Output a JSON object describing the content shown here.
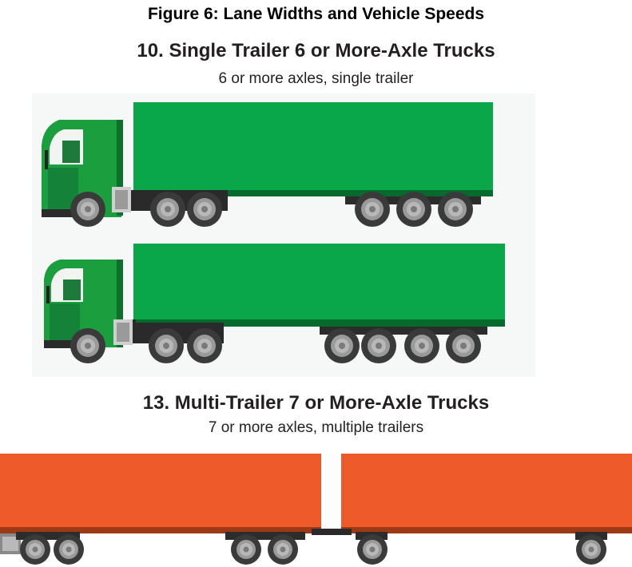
{
  "figure_title": "Figure 6: Lane Widths and Vehicle Speeds",
  "class10": {
    "title": "10. Single Trailer 6 or More-Axle Trucks",
    "subtitle": "6 or more axles, single trailer"
  },
  "class13": {
    "title": "13. Multi-Trailer 7 or More-Axle Trucks",
    "subtitle": "7 or more axles, multiple trailers"
  },
  "colors": {
    "trailer_green": "#0aa64a",
    "trailer_green_dark": "#066a2c",
    "cab_green": "#1a9e3e",
    "trailer_orange": "#ee5a2a",
    "trailer_orange_dark": "#9c3a15",
    "tire": "#3a3a3a",
    "hub": "#9a9a9a"
  }
}
